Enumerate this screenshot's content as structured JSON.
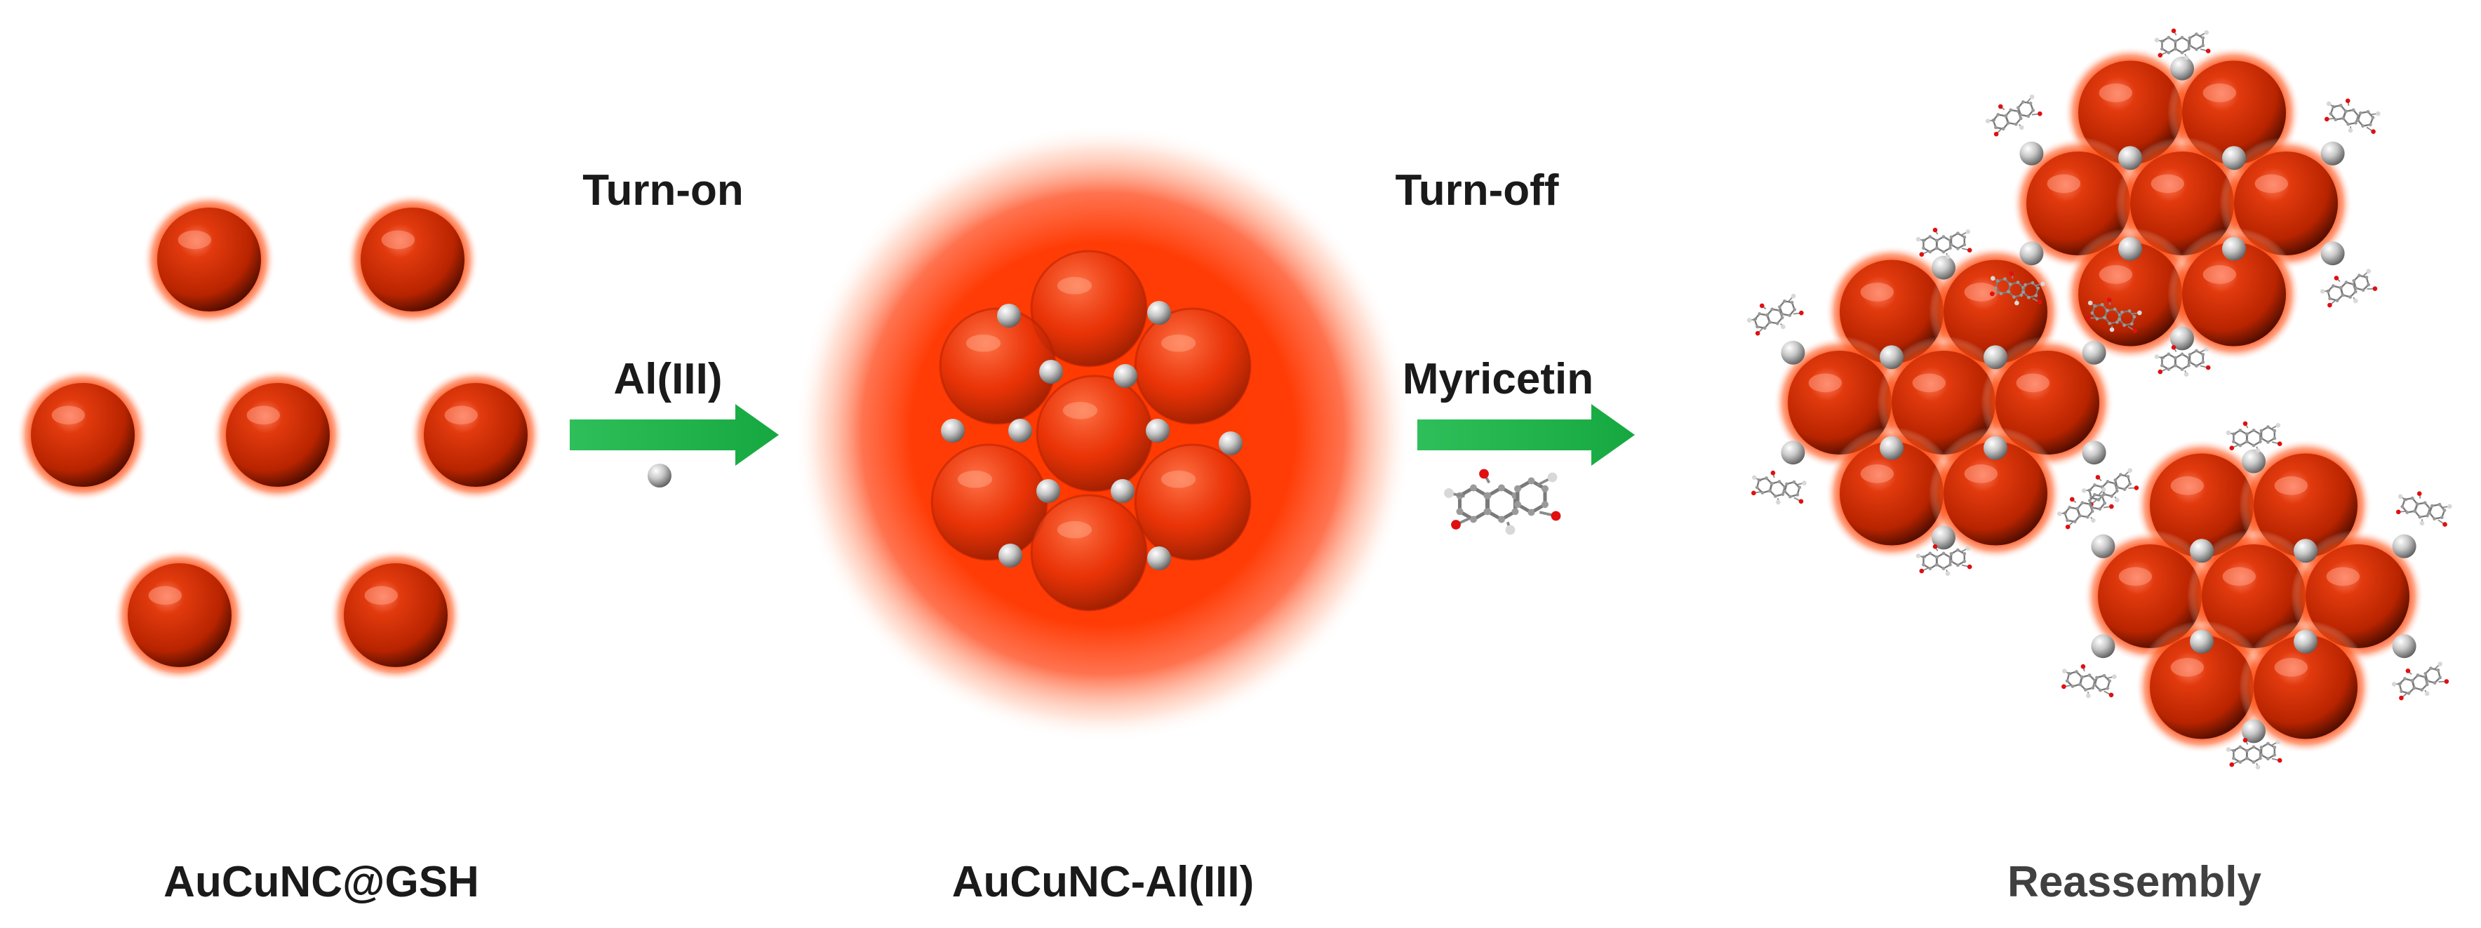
{
  "step_labels": {
    "turn_on": "Turn-on",
    "turn_off": "Turn-off",
    "al_reagent": "Al(III)",
    "myricetin_reagent": "Myricetin"
  },
  "stage_labels": {
    "stage1": "AuCuNC@GSH",
    "stage2": "AuCuNC-Al(III)",
    "stage3": "Reassembly"
  },
  "colors": {
    "cluster_core": "#d42a00",
    "cluster_glow": "#ff3a00",
    "arrow": "#1fb24a",
    "al_ion": "#b8b8b8",
    "text": "#1a1a1a"
  },
  "icons": {
    "cluster": "nanocluster-sphere",
    "ion": "al-ion-sphere",
    "molecule": "myricetin-molecule",
    "arrow": "right-arrow"
  }
}
